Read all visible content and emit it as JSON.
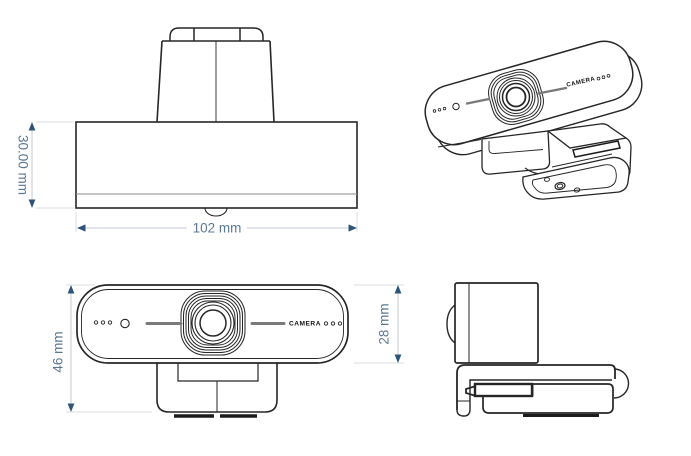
{
  "drawing": {
    "subject": "webcam with monitor clip, 4-view technical drawing",
    "views": {
      "top_view": {
        "dimensions": {
          "height": "30.00 mm",
          "width": "102 mm"
        }
      },
      "perspective_view": {
        "brand_label": "CAMERA"
      },
      "front_view": {
        "brand_label": "CAMERA",
        "dimensions": {
          "overall_height": "46 mm",
          "body_height": "28 mm"
        }
      },
      "side_view": {}
    },
    "colors": {
      "background": "#ffffff",
      "line_art": "#262626",
      "detail_gray": "#7a7a7a",
      "dimension_text": "#5b7893",
      "dimension_arrow": "#2e5578",
      "dimension_line": "#c3cad1",
      "extension_line": "#d9dde1"
    }
  }
}
